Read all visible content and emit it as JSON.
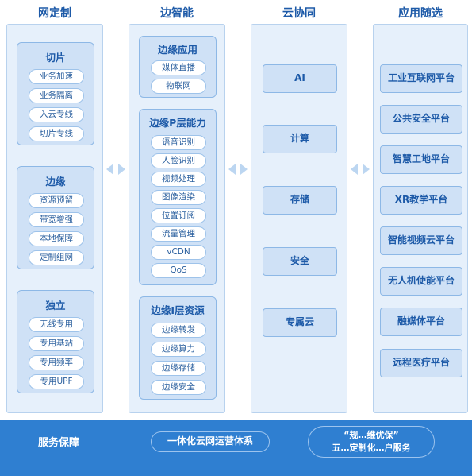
{
  "columns": [
    {
      "title": "网定制",
      "groups": [
        {
          "title": "切片",
          "items": [
            "业务加速",
            "业务隔离",
            "入云专线",
            "切片专线"
          ]
        },
        {
          "title": "边缘",
          "items": [
            "资源预留",
            "带宽增强",
            "本地保障",
            "定制组网"
          ]
        },
        {
          "title": "独立",
          "items": [
            "无线专用",
            "专用基站",
            "专用频率",
            "专用UPF"
          ]
        }
      ]
    },
    {
      "title": "边智能",
      "groups": [
        {
          "title": "边缘应用",
          "items": [
            "媒体直播",
            "物联网"
          ]
        },
        {
          "title": "边缘P层能力",
          "items": [
            "语音识别",
            "人脸识别",
            "视频处理",
            "图像渲染",
            "位置订阅",
            "流量管理",
            "vCDN",
            "QoS"
          ]
        },
        {
          "title": "边缘I层资源",
          "items": [
            "边缘转发",
            "边缘算力",
            "边缘存储",
            "边缘安全"
          ]
        }
      ]
    },
    {
      "title": "云协同",
      "items": [
        "AI",
        "计算",
        "存储",
        "安全",
        "专属云"
      ]
    },
    {
      "title": "应用随选",
      "items": [
        "工业互联网平台",
        "公共安全平台",
        "智慧工地平台",
        "XR教学平台",
        "智能视频云平台",
        "无人机使能平台",
        "融媒体平台",
        "远程医疗平台"
      ]
    }
  ],
  "bottom": {
    "label": "服务保障",
    "pill1": "一体化云网运营体系",
    "pill2_line1": "“规…维优保”",
    "pill2_line2": "五…定制化…户服务"
  },
  "colors": {
    "bar": "#2f7fd1",
    "panel": "#e6f0fb",
    "group": "#cfe1f6",
    "border": "#8db8e6",
    "text": "#1d5aa8"
  }
}
